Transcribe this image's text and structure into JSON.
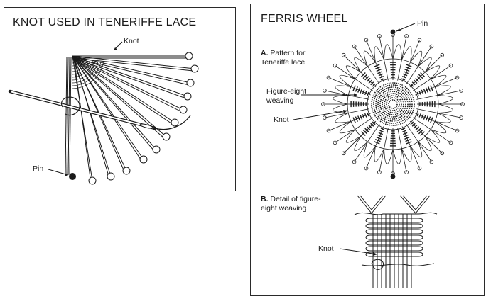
{
  "left_panel": {
    "title": "KNOT USED IN TENERIFFE LACE",
    "knot_label": "Knot",
    "pin_label": "Pin"
  },
  "right_panel": {
    "title": "FERRIS WHEEL",
    "part_a": {
      "letter": "A.",
      "caption_line1": "Pattern for",
      "caption_line2": "Teneriffe lace"
    },
    "pin_label": "Pin",
    "figure_eight_line1": "Figure-eight",
    "figure_eight_line2": "weaving",
    "knot_label": "Knot",
    "part_b": {
      "letter": "B.",
      "caption_line1": "Detail of figure-",
      "caption_line2": "eight weaving"
    },
    "detail_knot_label": "Knot"
  },
  "colors": {
    "ink": "#1a1a1a",
    "border": "#2a2a2a",
    "paper": "#ffffff"
  }
}
